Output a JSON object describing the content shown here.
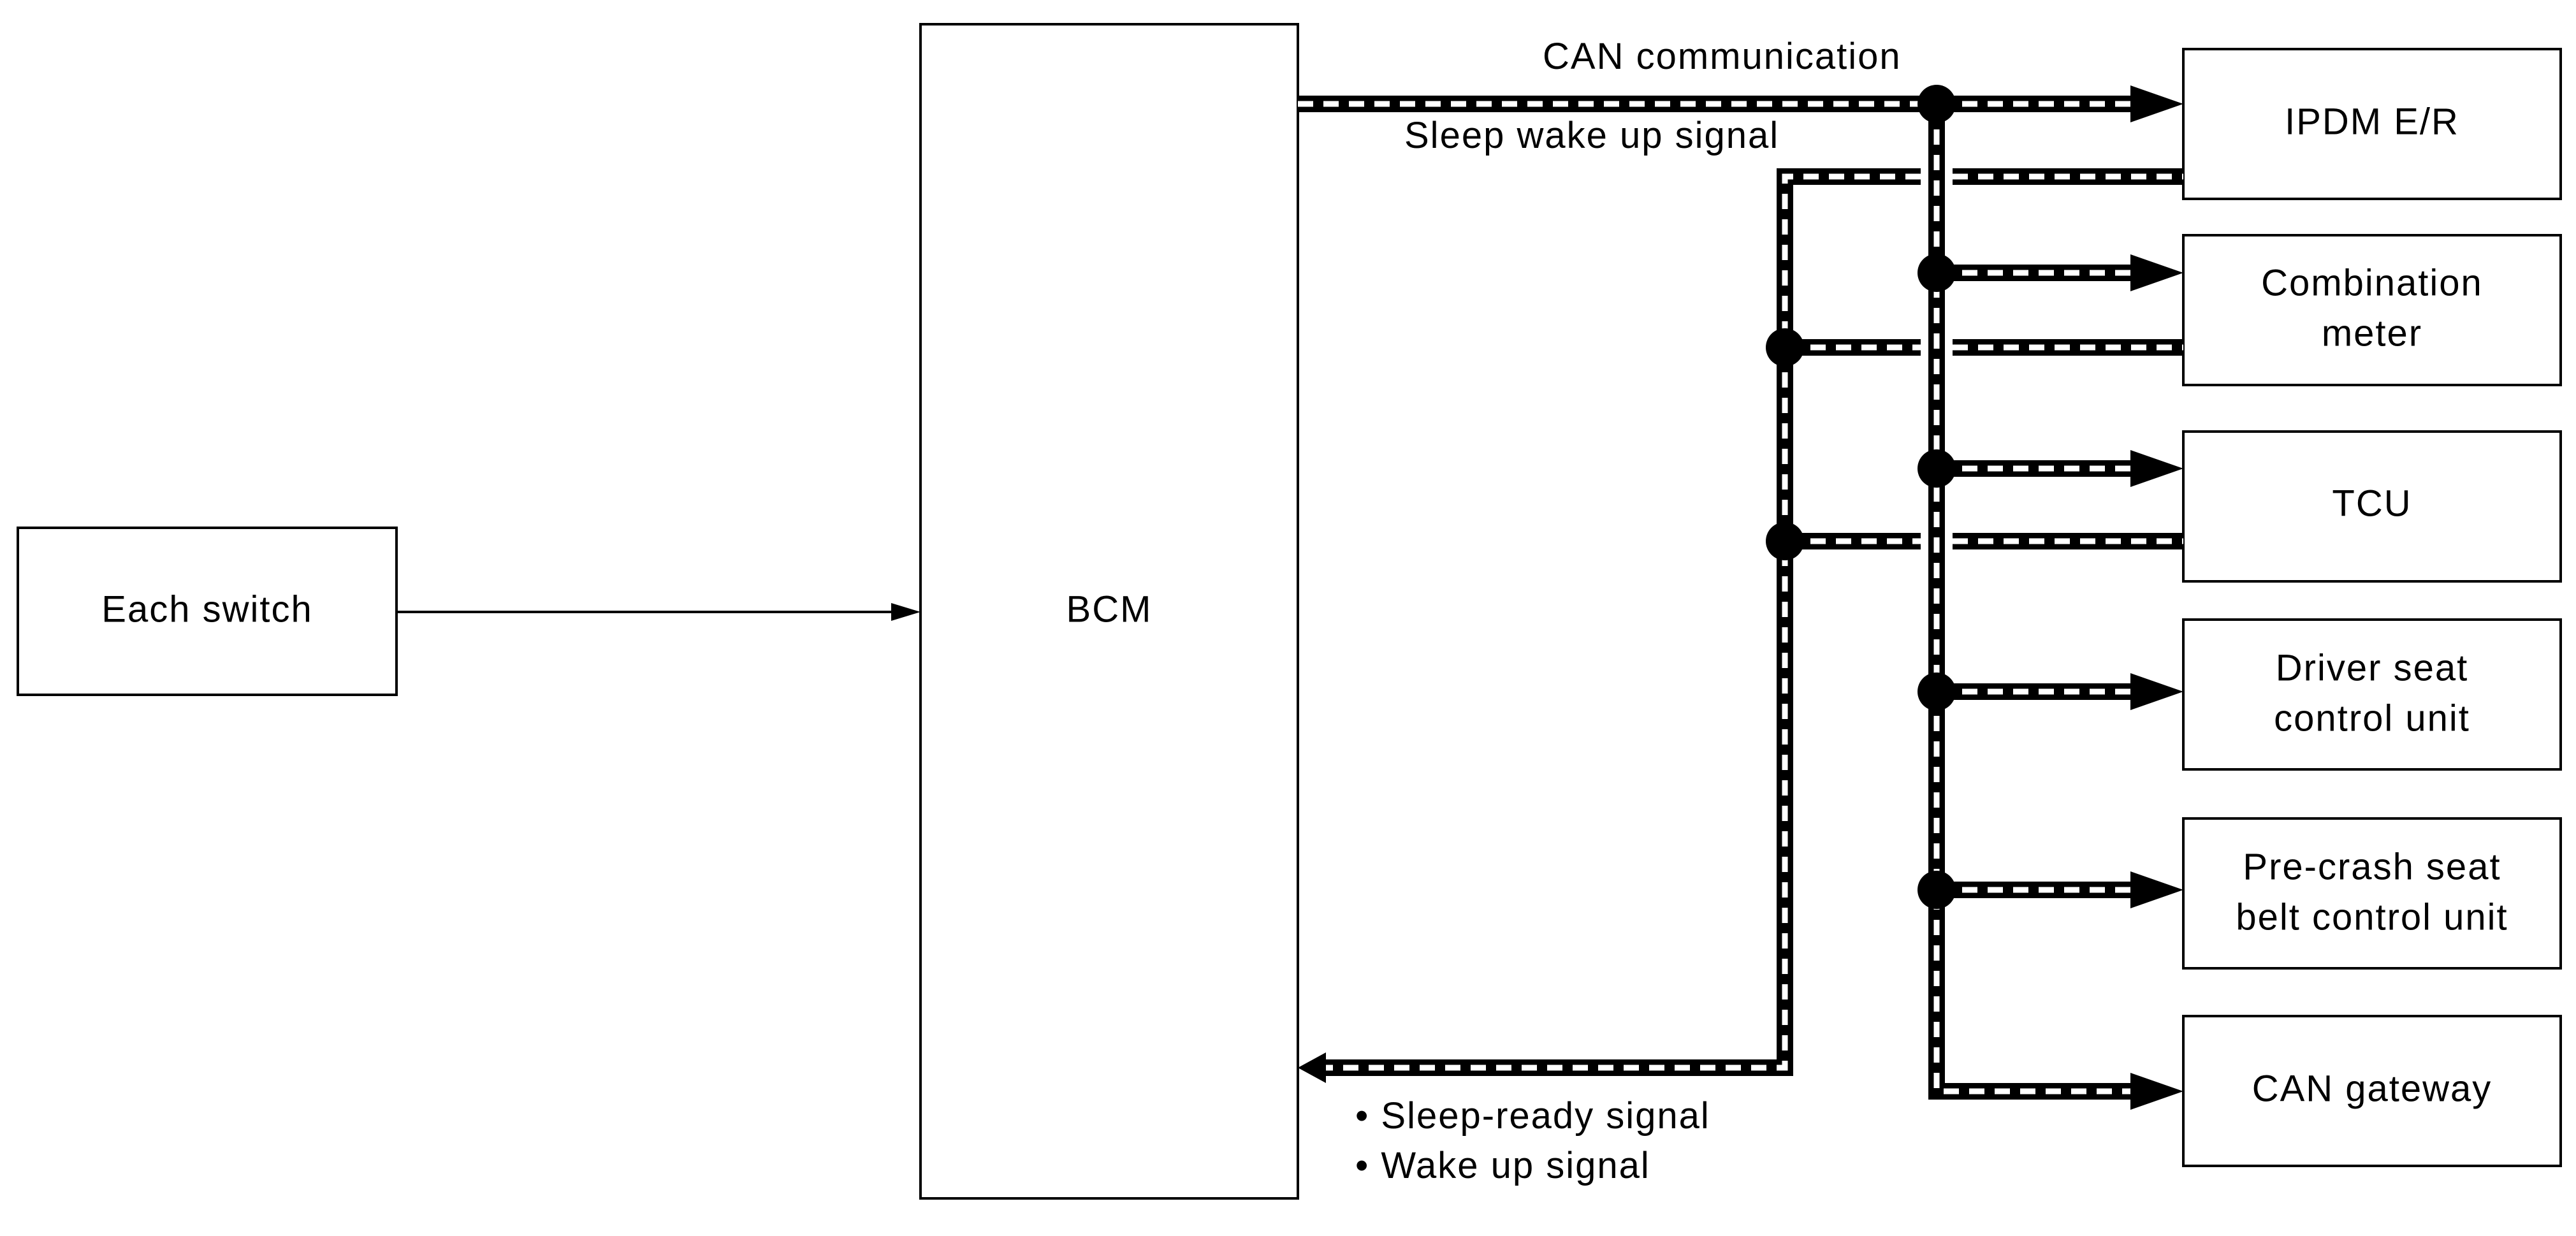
{
  "blocks": {
    "each_switch": "Each switch",
    "bcm": "BCM",
    "ipdm": "IPDM E/R",
    "combination_meter": [
      "Combination",
      "meter"
    ],
    "tcu": "TCU",
    "driver_seat": [
      "Driver seat",
      "control unit"
    ],
    "pre_crash": [
      "Pre-crash seat",
      "belt control unit"
    ],
    "can_gateway": "CAN gateway"
  },
  "signals": {
    "can_communication": "CAN communication",
    "sleep_wake_up": "Sleep wake up signal",
    "sleep_ready": "• Sleep-ready signal",
    "wake_up": "• Wake up signal"
  }
}
